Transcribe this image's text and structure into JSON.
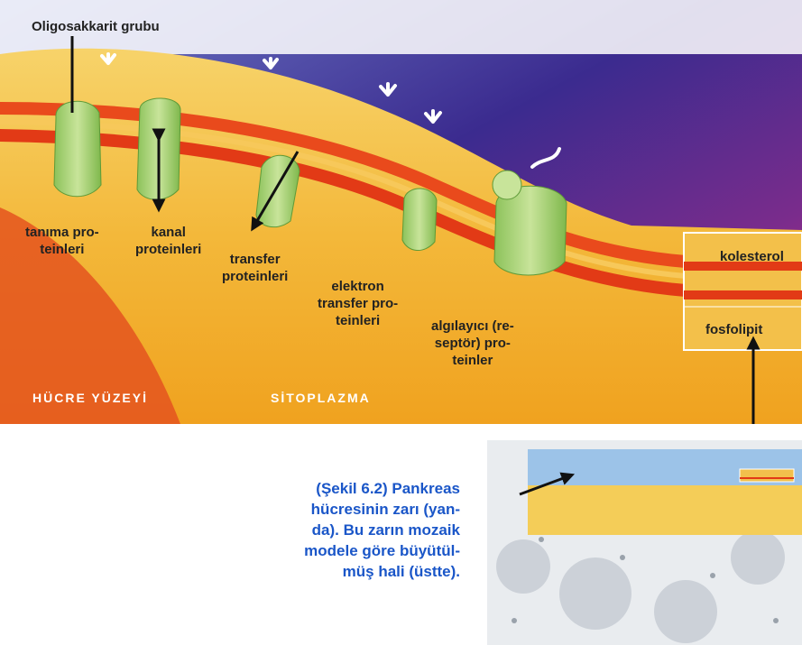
{
  "labels": {
    "oligosaccharide": "Oligosakkarit grubu",
    "recognition": [
      "tanıma pro-",
      "teinleri"
    ],
    "channel": [
      "kanal",
      "proteinleri"
    ],
    "transfer": [
      "transfer",
      "proteinleri"
    ],
    "electron_transfer": [
      "elektron",
      "transfer pro-",
      "teinleri"
    ],
    "receptor": [
      "algılayıcı (re-",
      "septör) pro-",
      "teinler"
    ],
    "cholesterol": "kolesterol",
    "phospholipid": "fosfolipit"
  },
  "areas": {
    "cell_surface": "HÜCRE YÜZEYİ",
    "cytoplasm": "SİTOPLAZMA"
  },
  "caption": [
    "(Şekil 6.2) Pankreas",
    "hücresinin zarı (yan-",
    "da). Bu zarın mozaik",
    "modele göre büyütül-",
    "müş hali (üstte)."
  ],
  "colors": {
    "caption": "#1a56c8",
    "membrane_outer": "#f5c24a",
    "membrane_stripe": "#e23a16",
    "protein": "#a9d27a",
    "sky_top": "#3a2d8a",
    "sky_bottom": "#c2307a"
  }
}
